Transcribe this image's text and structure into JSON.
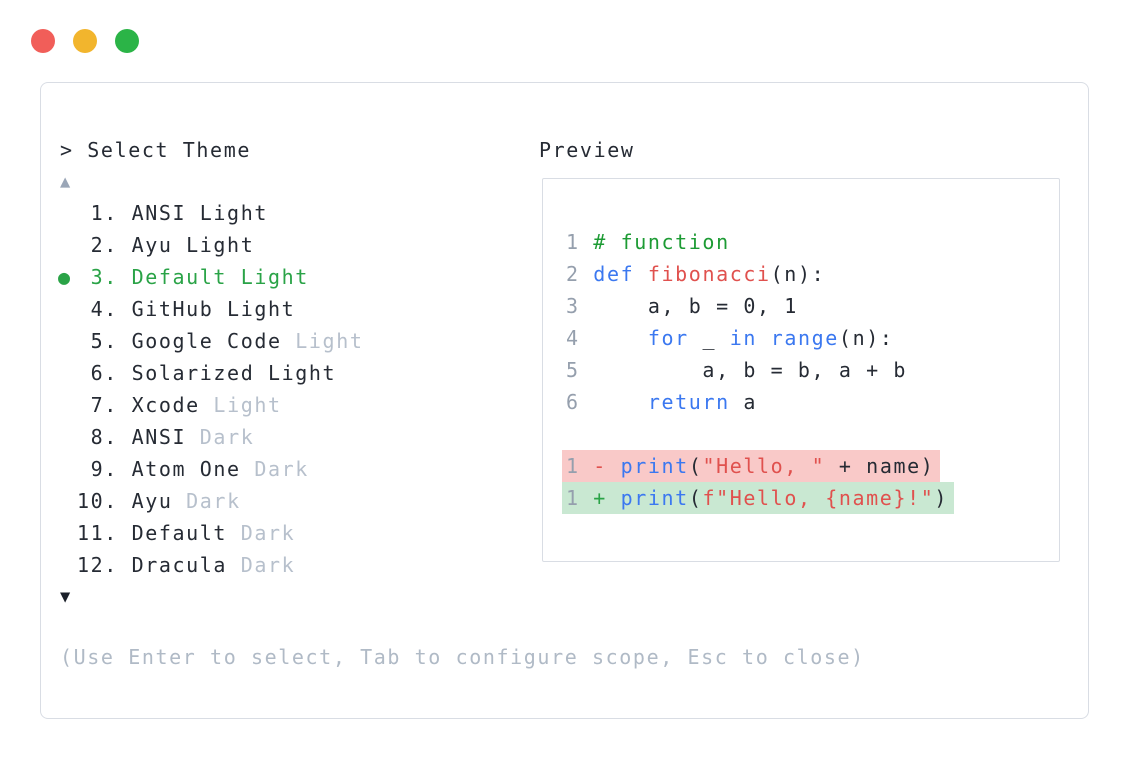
{
  "window": {
    "controls": [
      "close",
      "minimize",
      "zoom"
    ]
  },
  "colors": {
    "text": "#262b34",
    "muted": "#b7c0cc",
    "hint": "#b0bac6",
    "selected_green": "#2aa347",
    "comment_green": "#1d9b34",
    "keyword_blue": "#3b78f0",
    "string_red": "#e0514e",
    "line_number_gray": "#959fad",
    "removed_bg": "#f9c9c8",
    "added_bg": "#c9e8d2",
    "border": "#d9dde4",
    "arrow_up": "#9aa6b7",
    "arrow_down": "#1b202a",
    "light_red": "#f15e59",
    "light_yellow": "#f2b52d",
    "light_green": "#2bb447"
  },
  "theme_picker": {
    "prompt": "> Select Theme",
    "scroll_up_icon": "▲",
    "scroll_down_icon": "▼",
    "selected_marker": "●",
    "hint": "(Use Enter to select, Tab to configure scope, Esc to close)",
    "items": [
      {
        "num": " 1.",
        "name": "ANSI Light",
        "suffix": "",
        "selected": false
      },
      {
        "num": " 2.",
        "name": "Ayu Light",
        "suffix": "",
        "selected": false
      },
      {
        "num": " 3.",
        "name": "Default Light",
        "suffix": "",
        "selected": true
      },
      {
        "num": " 4.",
        "name": "GitHub Light",
        "suffix": "",
        "selected": false
      },
      {
        "num": " 5.",
        "name": "Google Code",
        "suffix": "Light",
        "selected": false
      },
      {
        "num": " 6.",
        "name": "Solarized Light",
        "suffix": "",
        "selected": false
      },
      {
        "num": " 7.",
        "name": "Xcode",
        "suffix": "Light",
        "selected": false
      },
      {
        "num": " 8.",
        "name": "ANSI",
        "suffix": "Dark",
        "selected": false
      },
      {
        "num": " 9.",
        "name": "Atom One",
        "suffix": "Dark",
        "selected": false
      },
      {
        "num": "10.",
        "name": "Ayu",
        "suffix": "Dark",
        "selected": false
      },
      {
        "num": "11.",
        "name": "Default",
        "suffix": "Dark",
        "selected": false
      },
      {
        "num": "12.",
        "name": "Dracula",
        "suffix": "Dark",
        "selected": false
      }
    ]
  },
  "preview": {
    "title": "Preview",
    "lines": [
      {
        "num": "1",
        "bg": null,
        "segments": [
          [
            "# function",
            "comment"
          ]
        ]
      },
      {
        "num": "2",
        "bg": null,
        "segments": [
          [
            "def ",
            "keyword"
          ],
          [
            "fibonacci",
            "string"
          ],
          [
            "(n):",
            "plain"
          ]
        ]
      },
      {
        "num": "3",
        "bg": null,
        "segments": [
          [
            "    a, b = 0, 1",
            "plain"
          ]
        ]
      },
      {
        "num": "4",
        "bg": null,
        "segments": [
          [
            "    ",
            "plain"
          ],
          [
            "for",
            "keyword"
          ],
          [
            " _ ",
            "plain"
          ],
          [
            "in",
            "keyword"
          ],
          [
            " ",
            "plain"
          ],
          [
            "range",
            "keyword"
          ],
          [
            "(n):",
            "plain"
          ]
        ]
      },
      {
        "num": "5",
        "bg": null,
        "segments": [
          [
            "        a, b = b, a + b",
            "plain"
          ]
        ]
      },
      {
        "num": "6",
        "bg": null,
        "segments": [
          [
            "    ",
            "plain"
          ],
          [
            "return",
            "keyword"
          ],
          [
            " a",
            "plain"
          ]
        ]
      },
      {
        "num": "",
        "bg": null,
        "segments": []
      },
      {
        "num": "1",
        "bg": "removed",
        "segments": [
          [
            "- ",
            "removed-sign"
          ],
          [
            "print",
            "keyword"
          ],
          [
            "(",
            "plain"
          ],
          [
            "\"Hello, \"",
            "string"
          ],
          [
            " + name)",
            "plain"
          ]
        ]
      },
      {
        "num": "1",
        "bg": "added",
        "segments": [
          [
            "+ ",
            "added-sign"
          ],
          [
            "print",
            "keyword"
          ],
          [
            "(",
            "plain"
          ],
          [
            "f\"Hello, {name}!\"",
            "string"
          ],
          [
            ")",
            "plain"
          ]
        ]
      }
    ]
  }
}
